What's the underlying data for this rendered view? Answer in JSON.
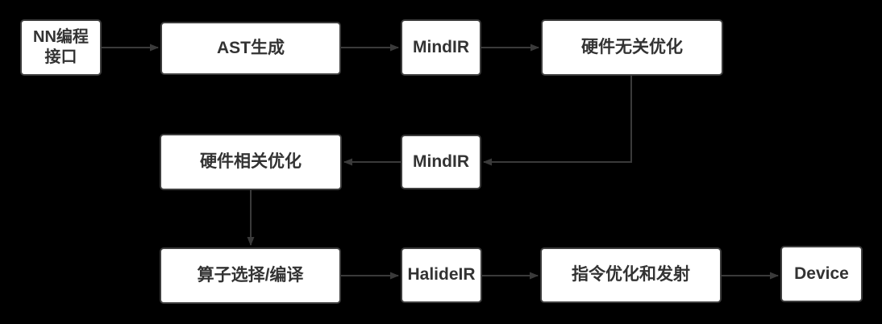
{
  "colors": {
    "background": "#000000",
    "node_fill": "#ffffff",
    "node_border": "#3d3d3d",
    "node_text": "#333333",
    "arrow": "#3a3a3a"
  },
  "diagram": {
    "nodes": [
      {
        "id": "nn-api",
        "label": "NN编程\n接口"
      },
      {
        "id": "ast-gen",
        "label": "AST生成"
      },
      {
        "id": "mindir-1",
        "label": "MindIR"
      },
      {
        "id": "hw-independent-opt",
        "label": "硬件无关优化"
      },
      {
        "id": "hw-dependent-opt",
        "label": "硬件相关优化"
      },
      {
        "id": "mindir-2",
        "label": "MindIR"
      },
      {
        "id": "op-select-compile",
        "label": "算子选择/编译"
      },
      {
        "id": "halideir",
        "label": "HalideIR"
      },
      {
        "id": "instr-opt-emit",
        "label": "指令优化和发射"
      },
      {
        "id": "device",
        "label": "Device"
      }
    ],
    "edges": [
      {
        "from": "nn-api",
        "to": "ast-gen"
      },
      {
        "from": "ast-gen",
        "to": "mindir-1"
      },
      {
        "from": "mindir-1",
        "to": "hw-independent-opt"
      },
      {
        "from": "hw-independent-opt",
        "to": "mindir-2"
      },
      {
        "from": "mindir-2",
        "to": "hw-dependent-opt"
      },
      {
        "from": "hw-dependent-opt",
        "to": "op-select-compile"
      },
      {
        "from": "op-select-compile",
        "to": "halideir"
      },
      {
        "from": "halideir",
        "to": "instr-opt-emit"
      },
      {
        "from": "instr-opt-emit",
        "to": "device"
      }
    ]
  }
}
